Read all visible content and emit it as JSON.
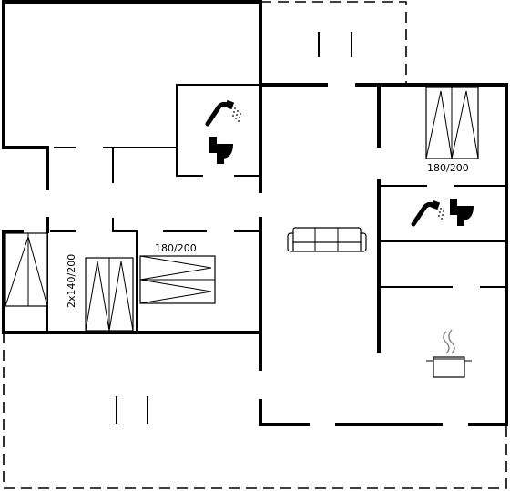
{
  "labels": {
    "bed_top_right": "180/200",
    "bed_center": "180/200",
    "bed_left_vertical": "2x140/200"
  },
  "icons": [
    "shower-icon",
    "toilet-icon",
    "sofa-icon",
    "cooking-pot-icon",
    "bed-icon"
  ]
}
